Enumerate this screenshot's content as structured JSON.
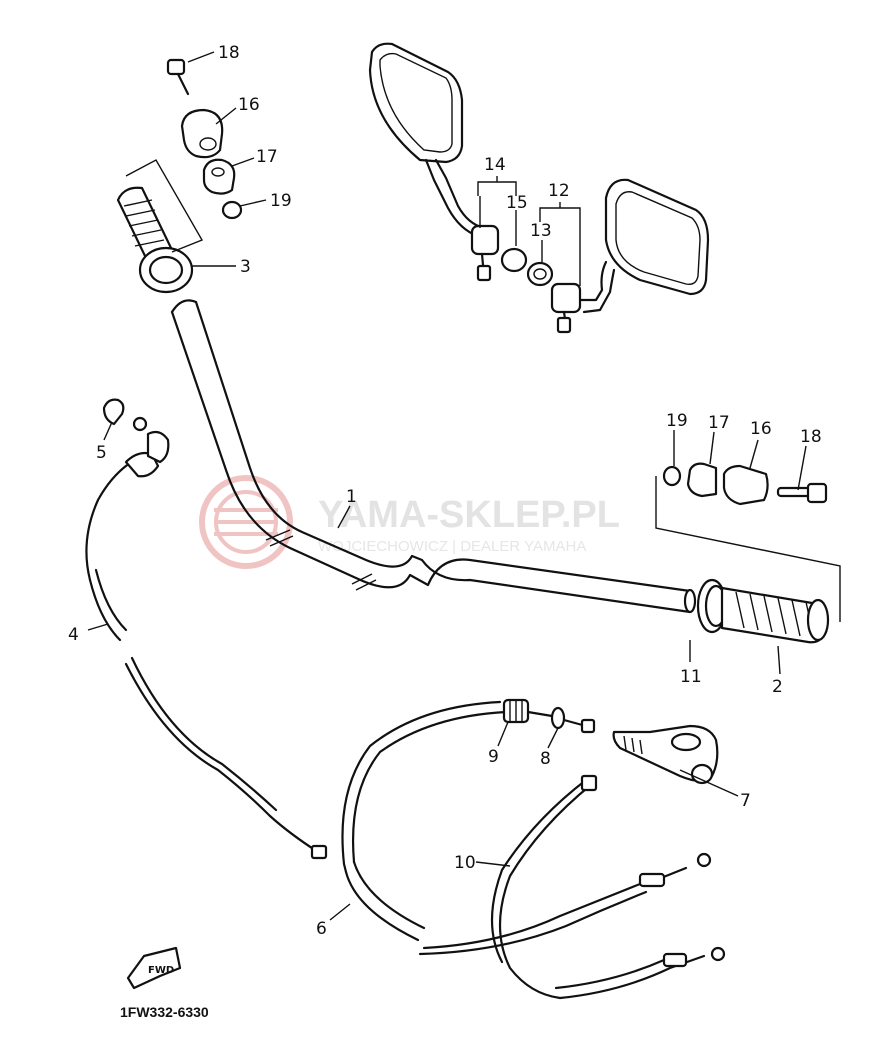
{
  "diagram": {
    "watermark": {
      "brand": "YAMA-SKLEP.PL",
      "tagline": "WOJCIECHOWICZ | DEALER YAMAHA"
    },
    "drawing_code": "1FW332-6330",
    "fwd_label": "FWD",
    "callouts": {
      "c1": "1",
      "c2": "2",
      "c3": "3",
      "c4": "4",
      "c5": "5",
      "c6": "6",
      "c7": "7",
      "c8": "8",
      "c9": "9",
      "c10": "10",
      "c11": "11",
      "c12": "12",
      "c13": "13",
      "c14": "14",
      "c15": "15",
      "c16_top": "16",
      "c17_top": "17",
      "c18_top": "18",
      "c19_top": "19",
      "c16_right": "16",
      "c17_right": "17",
      "c18_right": "18",
      "c19_right": "19"
    }
  }
}
